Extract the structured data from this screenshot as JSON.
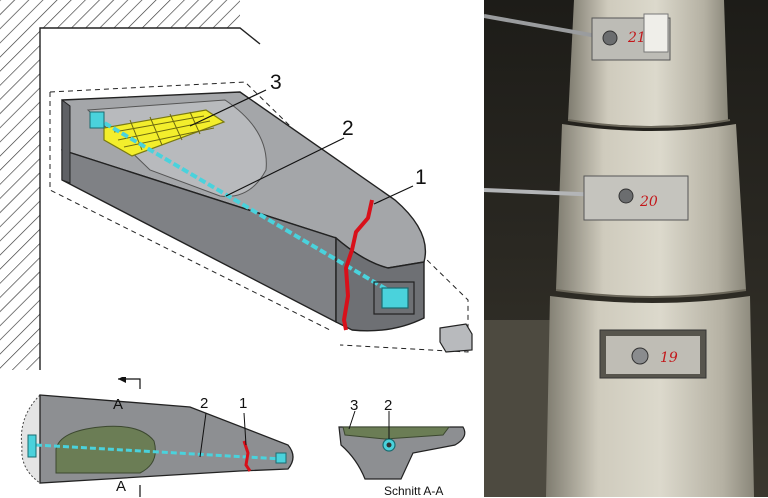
{
  "main": {
    "numbers": {
      "one": "1",
      "two": "2",
      "three": "3"
    }
  },
  "plan": {
    "section_marker": "A",
    "numbers": {
      "one": "1",
      "two": "2"
    }
  },
  "section": {
    "numbers": {
      "two": "2",
      "three": "3"
    },
    "caption": "Schnitt A-A"
  },
  "photo": {
    "tags": [
      "21",
      "20",
      "19"
    ]
  },
  "colors": {
    "stone": "#8d8f92",
    "resin": "#f3ee2c",
    "anchor": "#4ad2dc",
    "crack": "#d8101a",
    "plan_fill": "#6b7d55"
  }
}
